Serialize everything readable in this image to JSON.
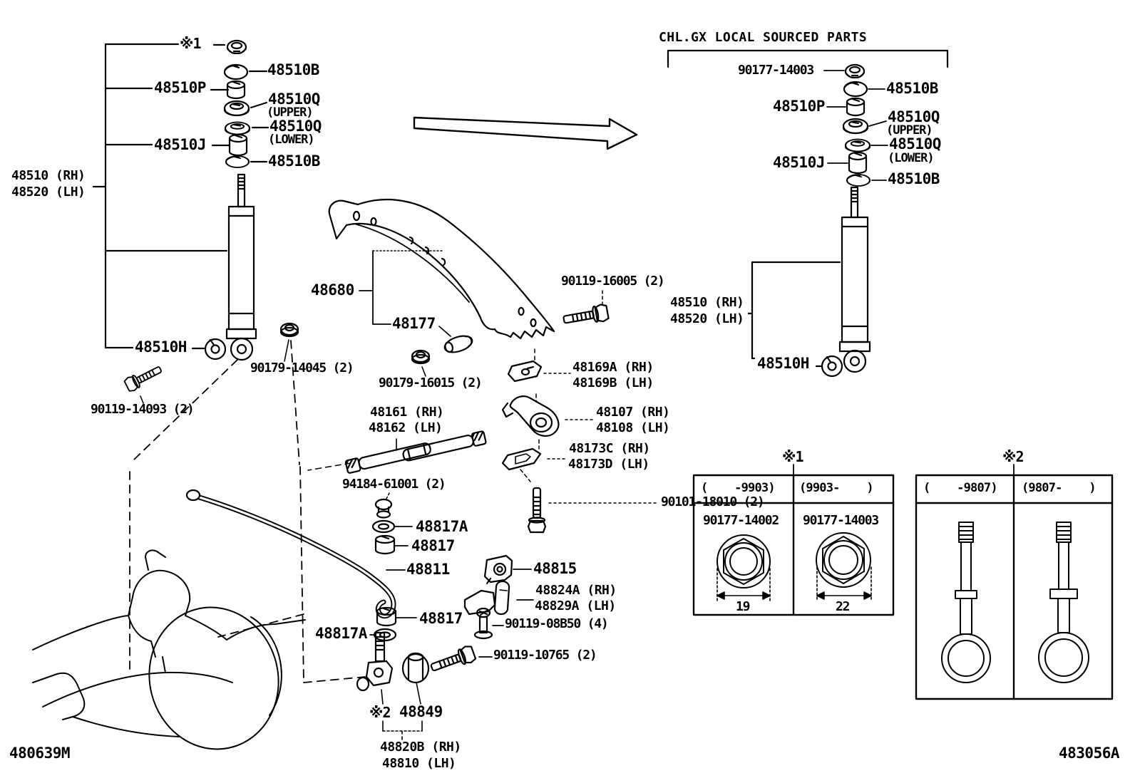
{
  "title": "CHL.GX LOCAL SOURCED PARTS",
  "footer": {
    "left_code": "480639M",
    "right_code": "483056A"
  },
  "refs": {
    "ref1": "※1",
    "ref2": "※2"
  },
  "parts": {
    "shock_rh": "48510 (RH)",
    "shock_lh": "48520 (LH)",
    "p48510B": "48510B",
    "p48510P": "48510P",
    "p48510Q": "48510Q",
    "upper": "(UPPER)",
    "lower": "(LOWER)",
    "p48510J": "48510J",
    "p48510H": "48510H",
    "p48680": "48680",
    "p48177": "48177",
    "bolt_90119_14093": "90119-14093 (2)",
    "nut_90179_14045": "90179-14045 (2)",
    "nut_90179_16015": "90179-16015 (2)",
    "bolt_90119_16005": "90119-16005 (2)",
    "p48169a": "48169A (RH)",
    "p48169b": "48169B (LH)",
    "p48107": "48107 (RH)",
    "p48108": "48108 (LH)",
    "p48173c": "48173C (RH)",
    "p48173d": "48173D (LH)",
    "bolt_90101_18010": "90101-18010 (2)",
    "p48161": "48161 (RH)",
    "p48162": "48162 (LH)",
    "grommet_94184_61001": "94184-61001 (2)",
    "p48817A": "48817A",
    "p48817": "48817",
    "p48811": "48811",
    "p48815": "48815",
    "p48824a": "48824A (RH)",
    "p48829a": "48829A (LH)",
    "bolt_90119_08b50": "90119-08B50 (4)",
    "bolt_90119_10765": "90119-10765 (2)",
    "p48849": "48849",
    "p48820b": "48820B (RH)",
    "p48810": "48810 (LH)",
    "nut_90177_14003": "90177-14003"
  },
  "tables": {
    "table1": {
      "ref": "※1",
      "col1": "(    -9903)",
      "col2": "(9903-    )",
      "part1": "90177-14002",
      "part2": "90177-14003",
      "dim1": "19",
      "dim2": "22"
    },
    "table2": {
      "ref": "※2",
      "col1": "(    -9807)",
      "col2": "(9807-    )"
    }
  }
}
